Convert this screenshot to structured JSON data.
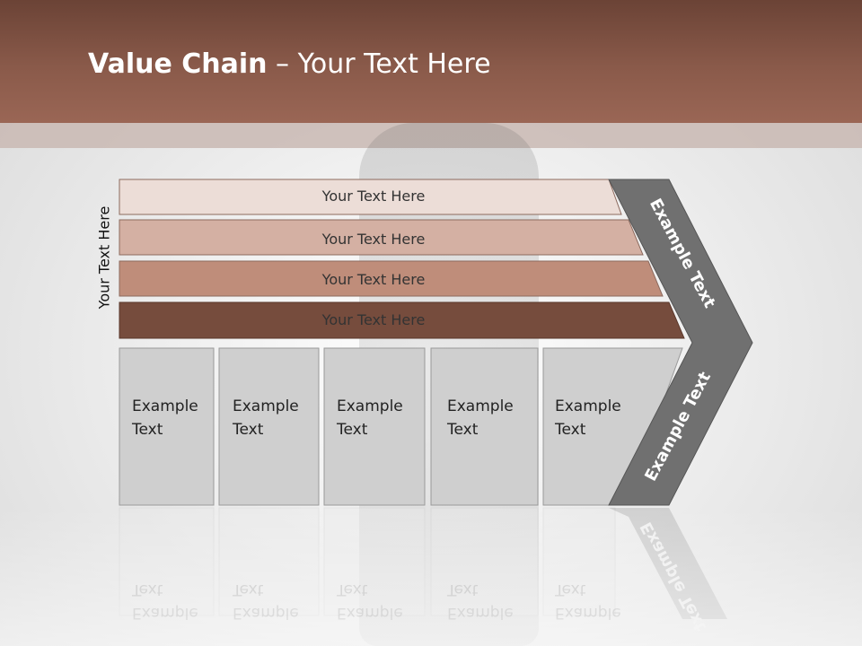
{
  "title": {
    "bold": "Value Chain",
    "rest": " – Your Text Here"
  },
  "vertical_label": "Your Text Here",
  "bars": [
    "Your Text Here",
    "Your Text Here",
    "Your Text Here",
    "Your Text Here"
  ],
  "bar_colors": [
    "#ecddd7",
    "#d4b0a3",
    "#bf8d7a",
    "#764c3d"
  ],
  "boxes": [
    [
      "Example",
      "Text"
    ],
    [
      "Example",
      "Text"
    ],
    [
      "Example",
      "Text"
    ],
    [
      "Example",
      "Text"
    ],
    [
      "Example",
      "Text"
    ]
  ],
  "chevron": {
    "upper": "Example Text",
    "lower": "Example Text",
    "color": "#707070"
  },
  "box_color": "#cfcfcf"
}
